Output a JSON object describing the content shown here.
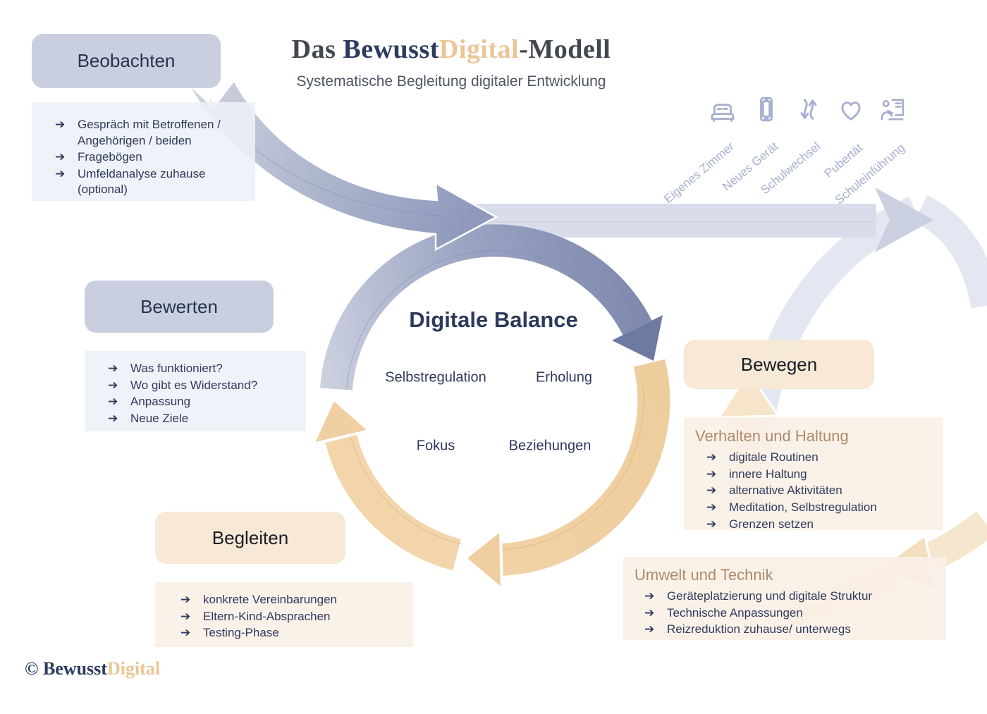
{
  "title": {
    "prefix": "Das ",
    "brand_1": "Bewusst",
    "brand_2": "Digital",
    "suffix": "-Modell",
    "subtitle": "Systematische Begleitung digitaler Entwicklung"
  },
  "ui": {
    "bullet": "➔"
  },
  "stages": {
    "beobachten": {
      "label": "Beobachten",
      "items": [
        "Gespräch mit Betroffenen / Angehörigen / beiden",
        "Fragebögen",
        "Umfeldanalyse zuhause (optional)"
      ]
    },
    "bewerten": {
      "label": "Bewerten",
      "items": [
        "Was funktioniert?",
        "Wo gibt es Widerstand?",
        "Anpassung",
        "Neue Ziele"
      ]
    },
    "begleiten": {
      "label": "Begleiten",
      "items": [
        "konkrete Vereinbarungen",
        "Eltern-Kind-Absprachen",
        "Testing-Phase"
      ]
    },
    "bewegen": {
      "label": "Bewegen"
    }
  },
  "panels": {
    "verhalten": {
      "heading": "Verhalten und Haltung",
      "items": [
        "digitale Routinen",
        "innere Haltung",
        "alternative Aktivitäten",
        "Meditation, Selbstregulation",
        "Grenzen setzen"
      ]
    },
    "umwelt": {
      "heading": "Umwelt und Technik",
      "items": [
        "Geräteplatzierung und digitale Struktur",
        "Technische Anpassungen",
        "Reizreduktion zuhause/ unterwegs"
      ]
    }
  },
  "center": {
    "heading": "Digitale Balance",
    "pills": [
      "Selbstregulation",
      "Erholung",
      "Fokus",
      "Beziehungen"
    ]
  },
  "milestones": [
    {
      "icon": "bed-icon",
      "label": "Eigenes Zimmer"
    },
    {
      "icon": "smartphone-icon",
      "label": "Neues Gerät"
    },
    {
      "icon": "swap-arrows-icon",
      "label": "Schulwechsel"
    },
    {
      "icon": "heart-icon",
      "label": "Pubertät"
    },
    {
      "icon": "teacher-board-icon",
      "label": "Schuleinführung"
    }
  ],
  "footer": {
    "copyright": "© ",
    "brand_1": "Bewusst",
    "brand_2": "Digital"
  },
  "colors": {
    "navy": "#2c3a60",
    "peach_accent": "#eac697",
    "tan_heading": "#ad8b68",
    "blue_arc": "#99a3c2",
    "blue_arrowhead": "#6f7aa3",
    "orange_arc": "#f2d5aa",
    "box_blue": "#c7cdde",
    "box_peach": "#f7e8d5",
    "panel_blue": "#edf0f7",
    "panel_peach": "#faf0e7",
    "milestone": "#a6aecf"
  }
}
